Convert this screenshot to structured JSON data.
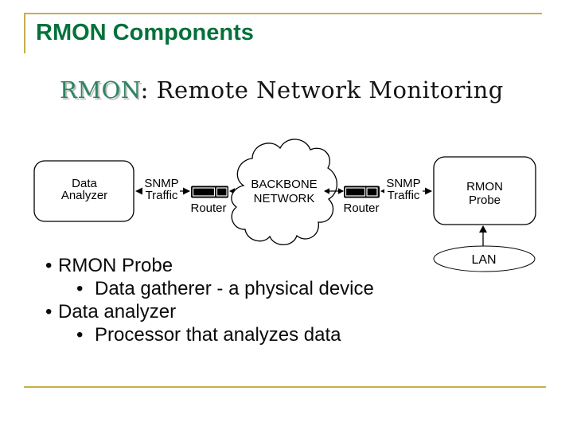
{
  "slide": {
    "title": "RMON Components",
    "subtitle_highlight": "RMON",
    "subtitle_rest": ": Remote Network Monitoring"
  },
  "colors": {
    "title_green": "#04713B",
    "subtitle_green": "#2E8560",
    "accent_gold": "#C8AE4F",
    "diagram_ink": "#000000"
  },
  "diagram": {
    "analyzer": {
      "line1": "Data",
      "line2": "Analyzer"
    },
    "left_link": {
      "line1": "SNMP",
      "line2": "Traffic"
    },
    "router_left": {
      "label": "Router"
    },
    "cloud": {
      "line1": "BACKBONE",
      "line2": "NETWORK"
    },
    "router_right": {
      "label": "Router"
    },
    "right_link": {
      "line1": "SNMP",
      "line2": "Traffic"
    },
    "probe": {
      "line1": "RMON",
      "line2": "Probe"
    },
    "lan": {
      "label": "LAN"
    }
  },
  "bullets": {
    "marker": "•",
    "items": [
      {
        "level": 1,
        "text": "RMON Probe"
      },
      {
        "level": 2,
        "text": "Data gatherer - a physical device"
      },
      {
        "level": 1,
        "text": "Data analyzer"
      },
      {
        "level": 2,
        "text": "Processor that analyzes data"
      }
    ]
  }
}
